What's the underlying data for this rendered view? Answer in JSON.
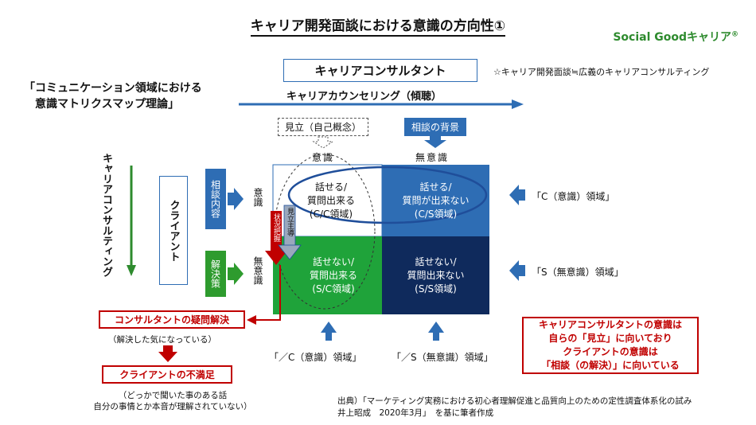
{
  "title": "キャリア開発面談における意識の方向性①",
  "brand": "Social Goodキャリア",
  "brand_mark": "®",
  "theory": {
    "line1": "「コミュニケーション領域における",
    "line2": "意識マトリクスマップ理論」"
  },
  "consultant_box": "キャリアコンサルタント",
  "note": "☆キャリア開発面談≒広義のキャリアコンサルティング",
  "counseling_arrow_label": "キャリアカウンセリング（傾聴）",
  "mikata_box": "見立（自己概念）",
  "haikei_box": "相談の背景",
  "col_conscious": "意識",
  "col_unconscious": "無意識",
  "row_conscious": "意識",
  "row_unconscious": "無意識",
  "quadrants": {
    "cc": "話せる/\n質問出来る\n(C/C領域)",
    "cs": "話せる/\n質問が出来ない\n(C/S領域)",
    "sc": "話せない/\n質問出来る\n(S/C領域)",
    "ss": "話せない/\n質問出来ない\n(S/S領域)"
  },
  "vertical_tags": {
    "jokyo": "状況把握",
    "mitate": "見立主導"
  },
  "career_consulting_label": "キャリアコンサルティング",
  "client_box": "クライアント",
  "sodan_naiyo": "相談内容",
  "kaiketsu_saku": "解決策",
  "right_regions": {
    "c": "「C（意識）領域」",
    "s": "「S（無意識）領域」"
  },
  "bottom_regions": {
    "c": "「／C（意識）領域」",
    "s": "「／S（無意識）領域」"
  },
  "consultant_resolve": "コンサルタントの疑問解決",
  "resolve_note": "（解決した気になっている）",
  "client_dissatisfied": "クライアントの不満足",
  "dissatisfied_note1": "（どっかで聞いた事のある話",
  "dissatisfied_note2": "自分の事情とか本音が理解されていない）",
  "conclusion": {
    "l1": "キャリアコンサルタントの意識は",
    "l2": "自らの「見立」に向いており",
    "l3": "クライアントの意識は",
    "l4": "「相談（の解決）」に向いている"
  },
  "source": {
    "l1": "出典）「マーケティング実務における初心者理解促進と品質向上のための定性調査体系化の試み",
    "l2": "井上昭成　2020年3月」　を基に筆者作成"
  },
  "colors": {
    "blue": "#2e6db4",
    "navy": "#0f2a5c",
    "green": "#2e9b2e",
    "red": "#c00000",
    "gray_arrow": "#9aa8bd"
  }
}
